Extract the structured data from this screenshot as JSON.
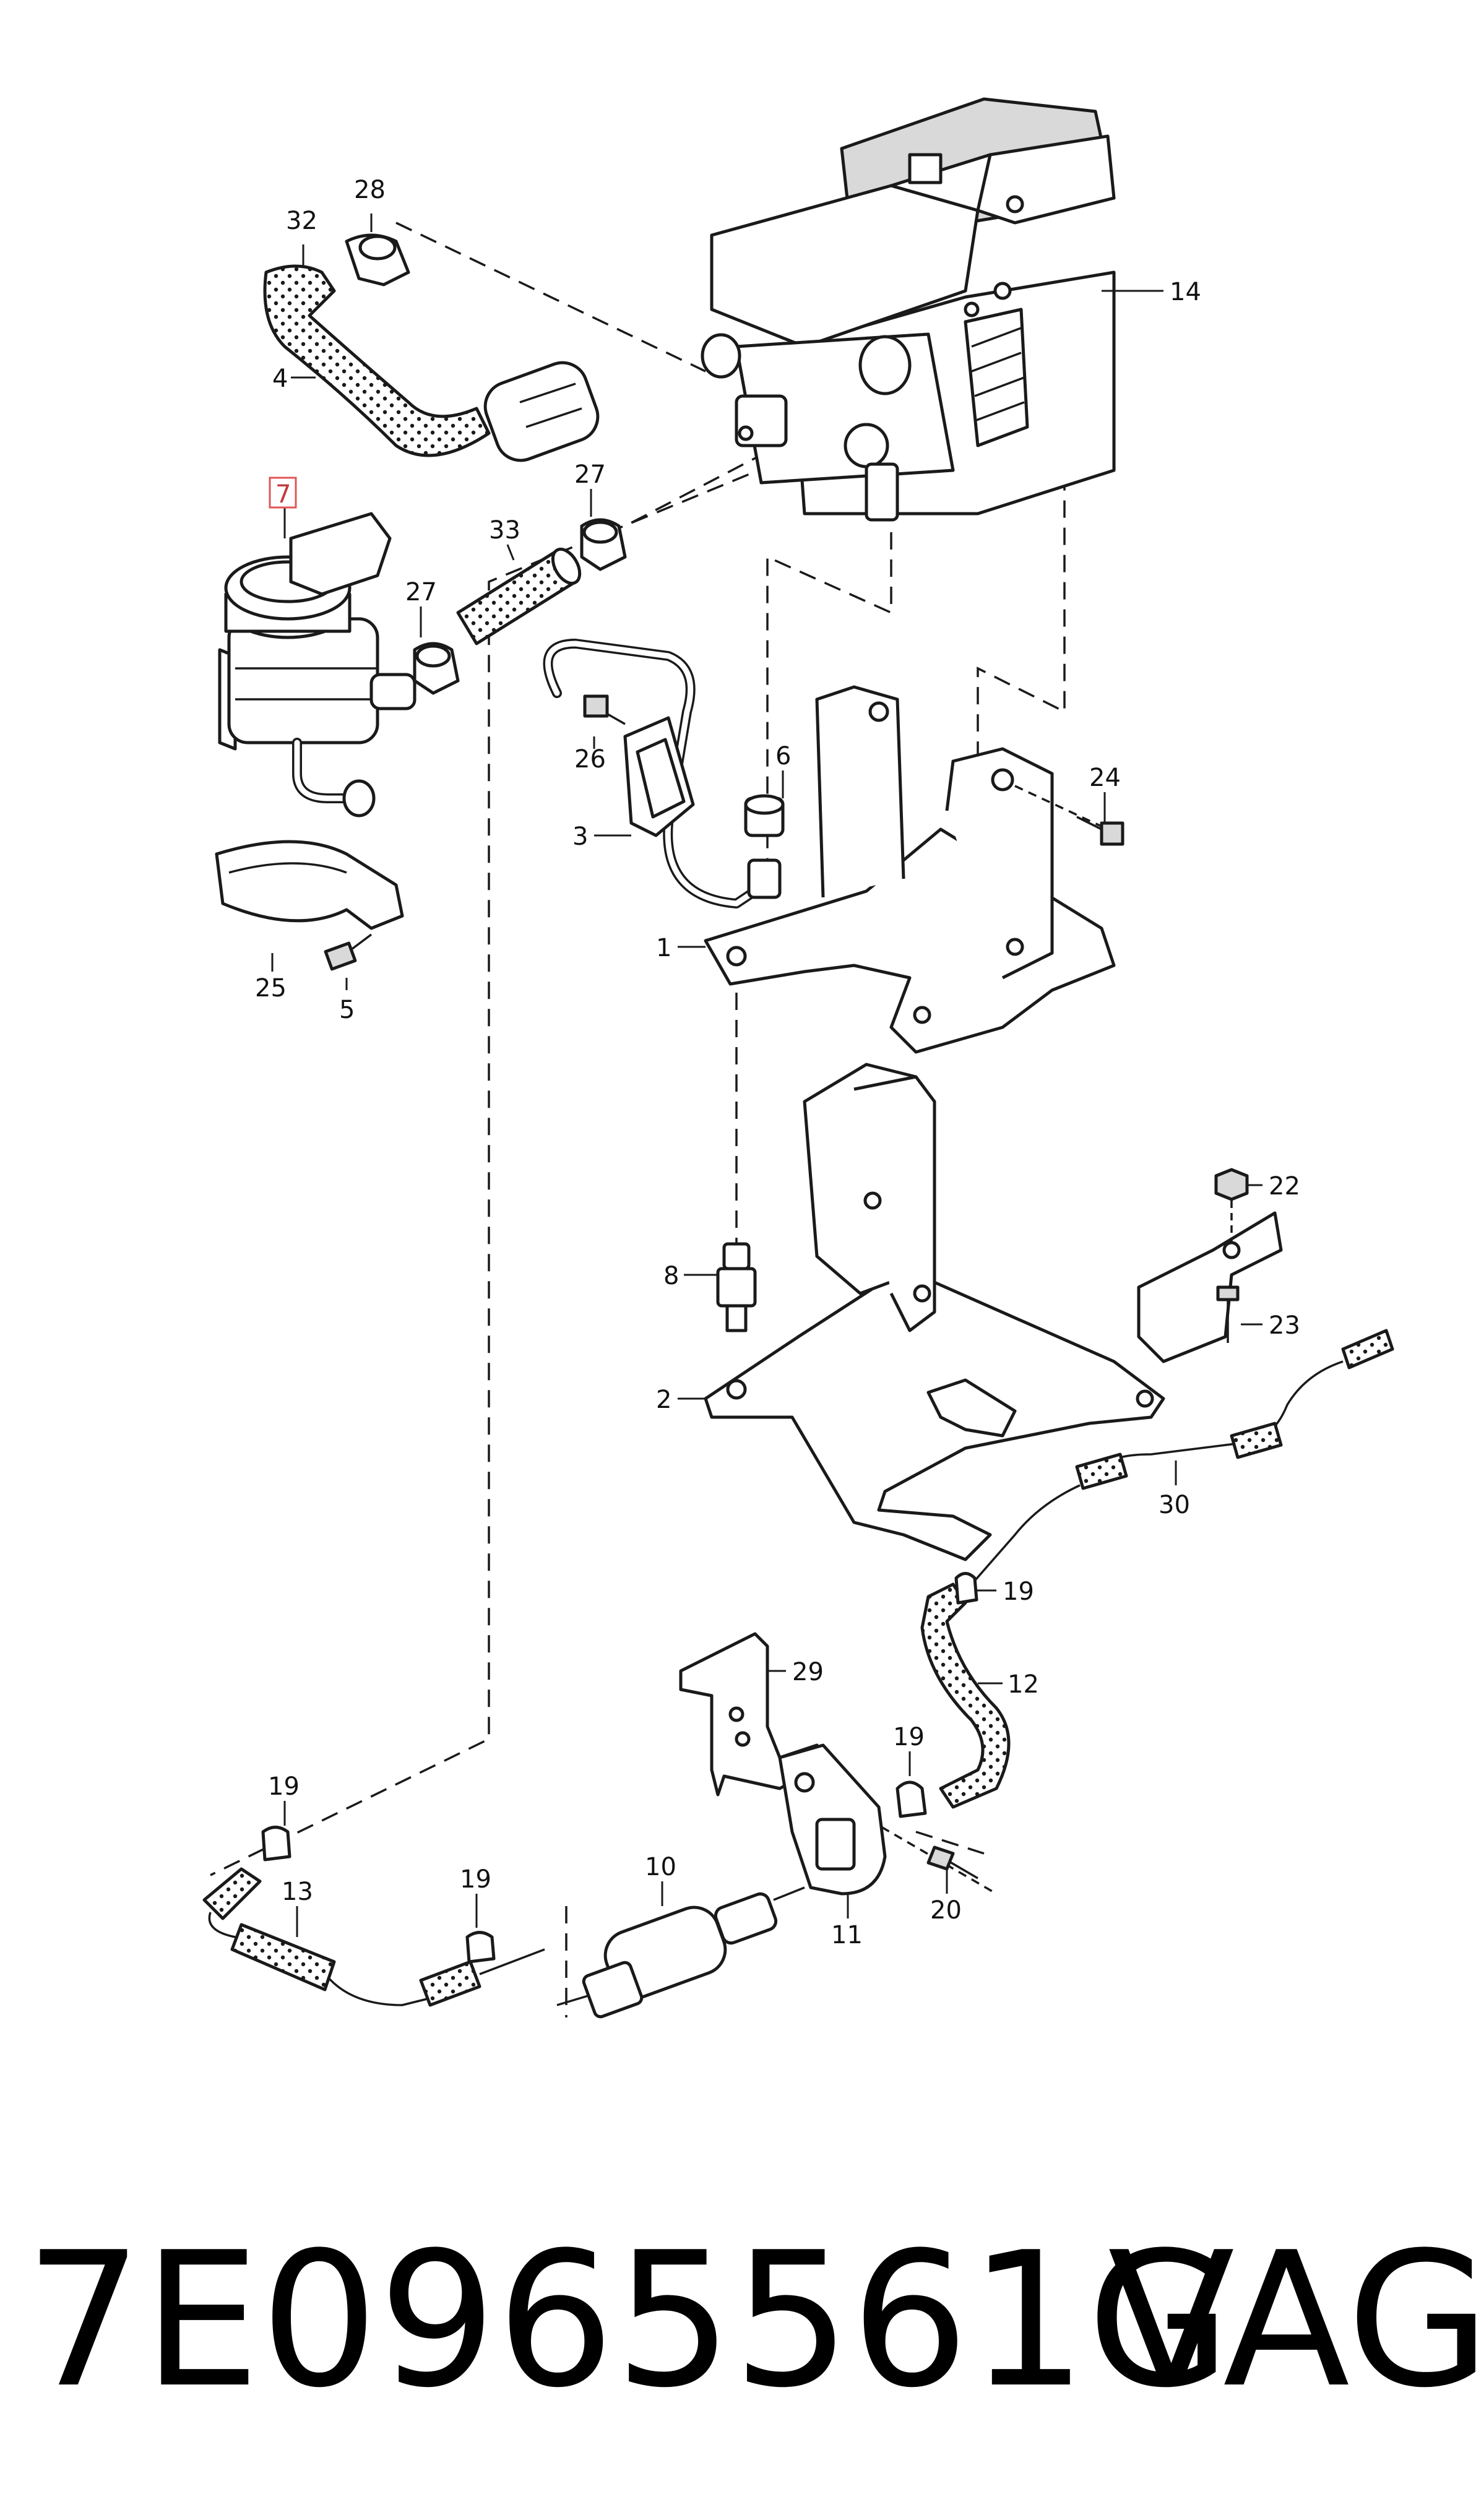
{
  "callouts": {
    "c1": "1",
    "c2": "2",
    "c3": "3",
    "c4": "4",
    "c5": "5",
    "c6": "6",
    "c7": "7",
    "c8": "8",
    "c10": "10",
    "c11": "11",
    "c12": "12",
    "c13": "13",
    "c14": "14",
    "c19a": "19",
    "c19b": "19",
    "c19c": "19",
    "c19d": "19",
    "c20": "20",
    "c22": "22",
    "c23": "23",
    "c24": "24",
    "c25": "25",
    "c26": "26",
    "c27a": "27",
    "c27b": "27",
    "c28": "28",
    "c29": "29",
    "c30": "30",
    "c32": "32",
    "c33": "33"
  },
  "highlighted_callout": "7",
  "highlight_color": "#e05555",
  "footer": {
    "part_number": "7E0965561G",
    "brand": "VAG"
  }
}
